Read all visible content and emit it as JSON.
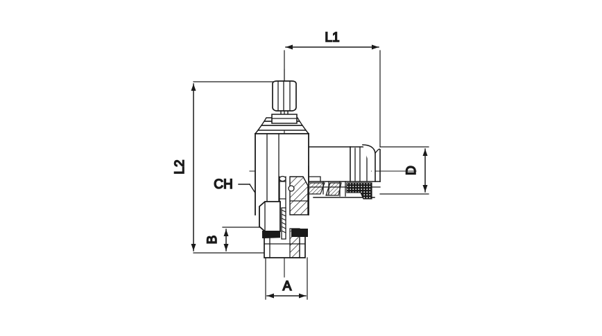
{
  "drawing": {
    "type": "technical-line-drawing",
    "subject": "pneumatic flow control valve with elbow push-in fitting",
    "background_color": "#ffffff",
    "line_color": "#1a1a1a",
    "dimension_labels": {
      "l1": "L1",
      "l2": "L2",
      "d": "D",
      "a": "A",
      "b": "B",
      "ch": "CH"
    },
    "components": {
      "knob": "knurled-adjustment-knob",
      "lock_nut": "lock-nut",
      "washer_stack": "washer-stack",
      "valve_body": "valve-body",
      "hex_nut": "hex-nut",
      "male_thread": "male-threaded-stem",
      "elbow_arm": "elbow-arm",
      "push_in_fitting": "push-in-tube-fitting",
      "release_collar": "release-collar",
      "seal": "seal-ring"
    }
  }
}
